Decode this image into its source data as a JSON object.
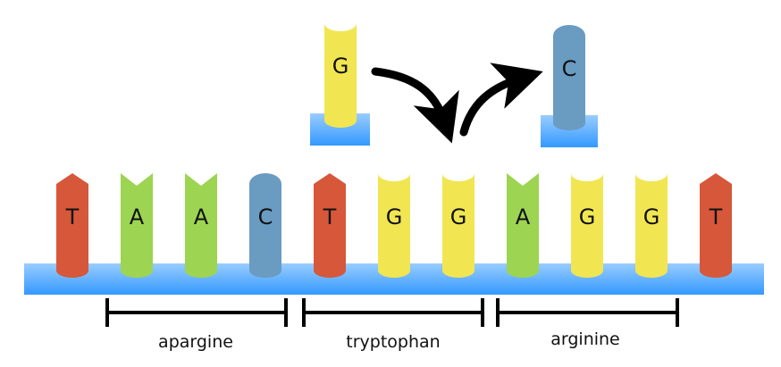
{
  "colors": {
    "T": "#d6573a",
    "A": "#9dd451",
    "G": "#f1e651",
    "C": "#6a9bc1",
    "backbone_top": "#99ccff",
    "backbone_bottom": "#3399ff"
  },
  "strand": [
    "T",
    "A",
    "A",
    "C",
    "T",
    "G",
    "G",
    "A",
    "G",
    "G",
    "T"
  ],
  "incoming": {
    "letter": "G"
  },
  "outgoing": {
    "letter": "C"
  },
  "codons": [
    {
      "label": "apargine"
    },
    {
      "label": "tryptophan"
    },
    {
      "label": "arginine"
    }
  ]
}
